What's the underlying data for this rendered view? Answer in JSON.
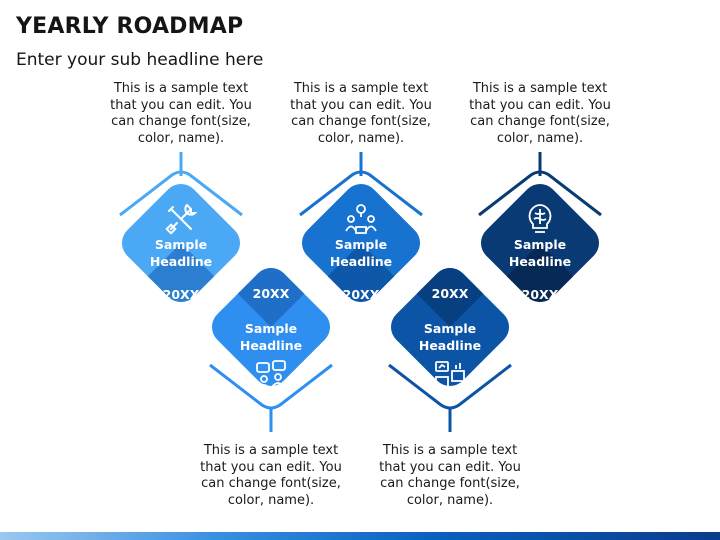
{
  "title": "YEARLY ROADMAP",
  "subtitle": "Enter your sub headline here",
  "sample_text": "This is a sample text that you can edit. You can change font(size, color, name).",
  "nodes": [
    {
      "headline_1": "Sample",
      "headline_2": "Headline",
      "year": "20XX",
      "icon": "tools-icon",
      "color": "#4aa8f4",
      "dark": "#2c7fd0"
    },
    {
      "headline_1": "Sample",
      "headline_2": "Headline",
      "year": "20XX",
      "icon": "chat-people-icon",
      "color": "#2f8ff0",
      "dark": "#1f6fc8"
    },
    {
      "headline_1": "Sample",
      "headline_2": "Headline",
      "year": "20XX",
      "icon": "team-idea-icon",
      "color": "#1772d0",
      "dark": "#0f57a8"
    },
    {
      "headline_1": "Sample",
      "headline_2": "Headline",
      "year": "20XX",
      "icon": "boxes-chart-icon",
      "color": "#0c55a6",
      "dark": "#083f80"
    },
    {
      "headline_1": "Sample",
      "headline_2": "Headline",
      "year": "20XX",
      "icon": "brain-bulb-icon",
      "color": "#0a3a73",
      "dark": "#062a55"
    }
  ]
}
